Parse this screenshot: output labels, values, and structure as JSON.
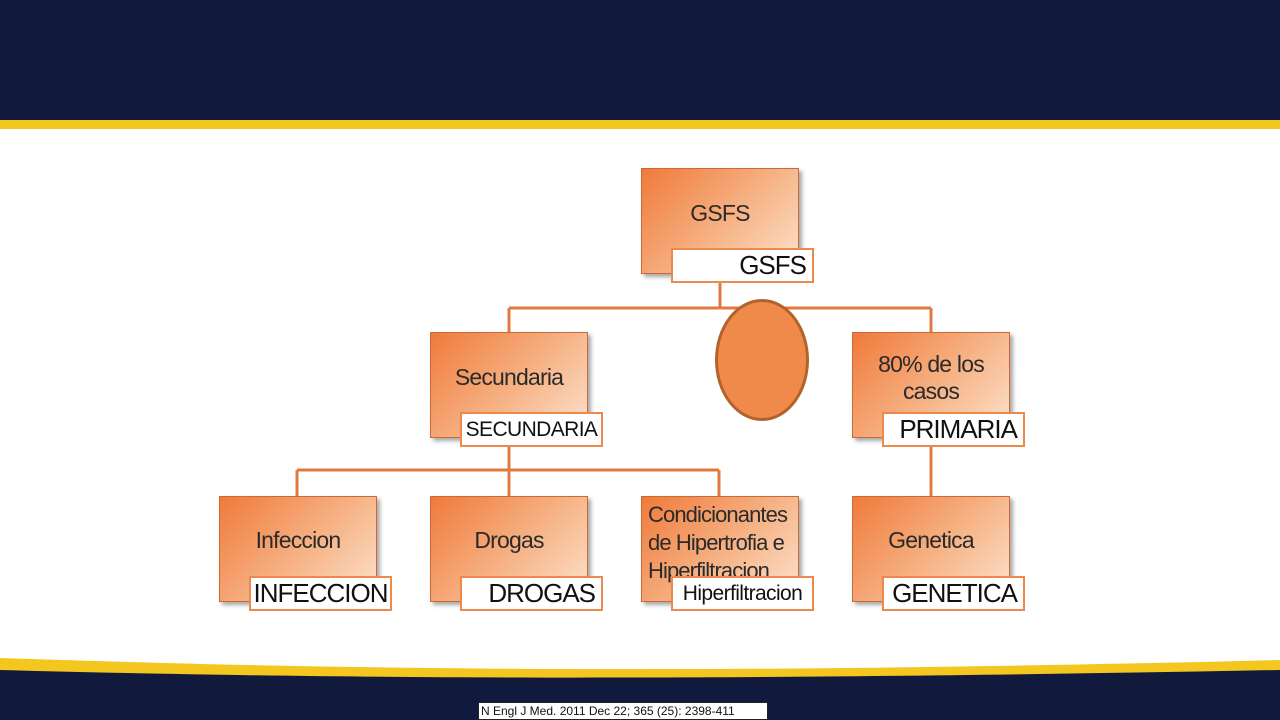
{
  "diagram": {
    "root": {
      "title": "GSFS",
      "tag": "GSFS"
    },
    "secundaria": {
      "title": "Secundaria",
      "tag": "SECUNDARIA"
    },
    "primaria": {
      "title": "80% de los casos",
      "tag": "PRIMARIA"
    },
    "infeccion": {
      "title": "Infeccion",
      "tag": "INFECCION"
    },
    "drogas": {
      "title": "Drogas",
      "tag": "DROGAS"
    },
    "condicionantes": {
      "title": "Condicionantes de Hipertrofia e Hiperfiltracion",
      "tag": "Hiperfiltracion"
    },
    "genetica": {
      "title": "Genetica",
      "tag": "GENETICA"
    }
  },
  "citation": "N Engl J Med. 2011 Dec 22; 365 (25): 2398-411",
  "colors": {
    "header_navy": "#111a3c",
    "accent_gold": "#f3c71f",
    "node_orange": "#f07a3a",
    "tag_border": "#ec8a4d",
    "connector": "#e07a40"
  }
}
